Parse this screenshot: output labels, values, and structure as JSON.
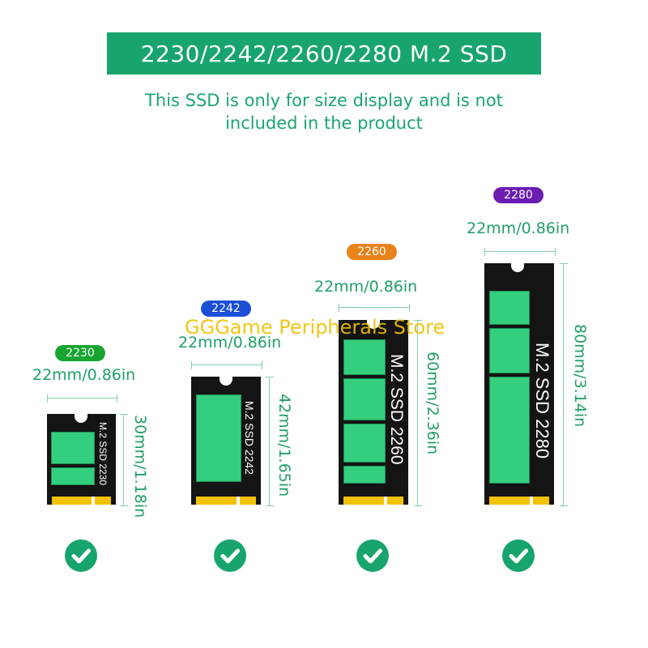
{
  "banner": {
    "title": "2230/2242/2260/2280  M.2  SSD"
  },
  "subtitle": {
    "line1": "This SSD is only for size display and is not",
    "line2": "included in the product"
  },
  "watermark": {
    "text": "GGGame Peripherals Store"
  },
  "colors": {
    "brand_green": "#17a56d",
    "chip_green": "#34cf7e",
    "gold_pins": "#f2c200"
  },
  "ssds": [
    {
      "tag": "2230",
      "tag_color": "#17a530",
      "width_label": "22mm/0.86in",
      "height_label": "30mm/1.18in",
      "card_text": "M.2 SSD 2230"
    },
    {
      "tag": "2242",
      "tag_color": "#1a4fd6",
      "width_label": "22mm/0.86in",
      "height_label": "42mm/1.65in",
      "card_text": "M.2 SSD 2242"
    },
    {
      "tag": "2260",
      "tag_color": "#e8821a",
      "width_label": "22mm/0.86in",
      "height_label": "60mm/2.36in",
      "card_text": "M.2 SSD 2260"
    },
    {
      "tag": "2280",
      "tag_color": "#6a1db0",
      "width_label": "22mm/0.86in",
      "height_label": "80mm/3.14in",
      "card_text": "M.2 SSD 2280"
    }
  ],
  "icons": {
    "check": "check-circle-icon"
  }
}
